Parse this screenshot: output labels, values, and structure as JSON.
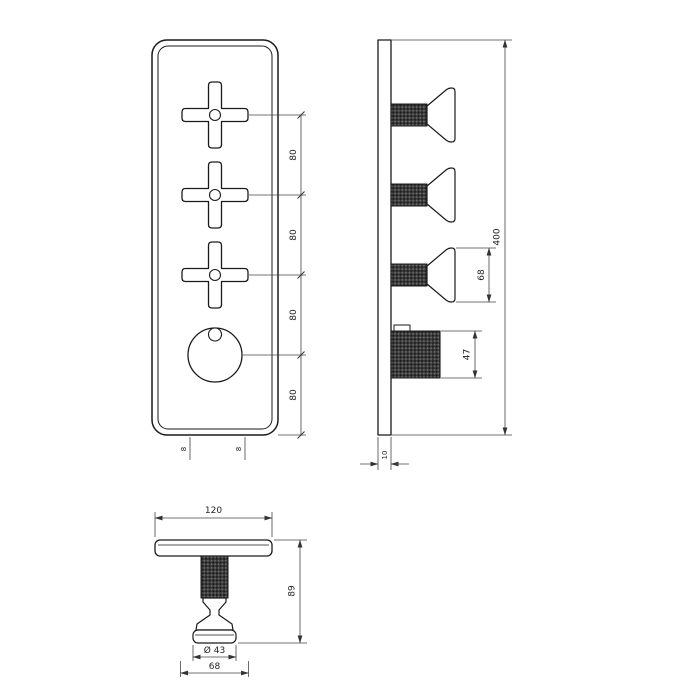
{
  "page": {
    "background": "#ffffff",
    "line_color": "#1a1a1a",
    "dim_color": "#333333"
  },
  "front_view": {
    "spacing_labels": [
      "80",
      "80",
      "80",
      "80"
    ],
    "bottom_marks": [
      "8",
      "8"
    ]
  },
  "side_view": {
    "overall_height_label": "400",
    "handle_span_label": "68",
    "knob_height_label": "47",
    "plate_thickness_label": "10"
  },
  "bottom_view": {
    "plate_width_label": "120",
    "projection_depth_label": "89",
    "knob_diameter_label": "Ø 43",
    "handle_width_label": "68"
  }
}
